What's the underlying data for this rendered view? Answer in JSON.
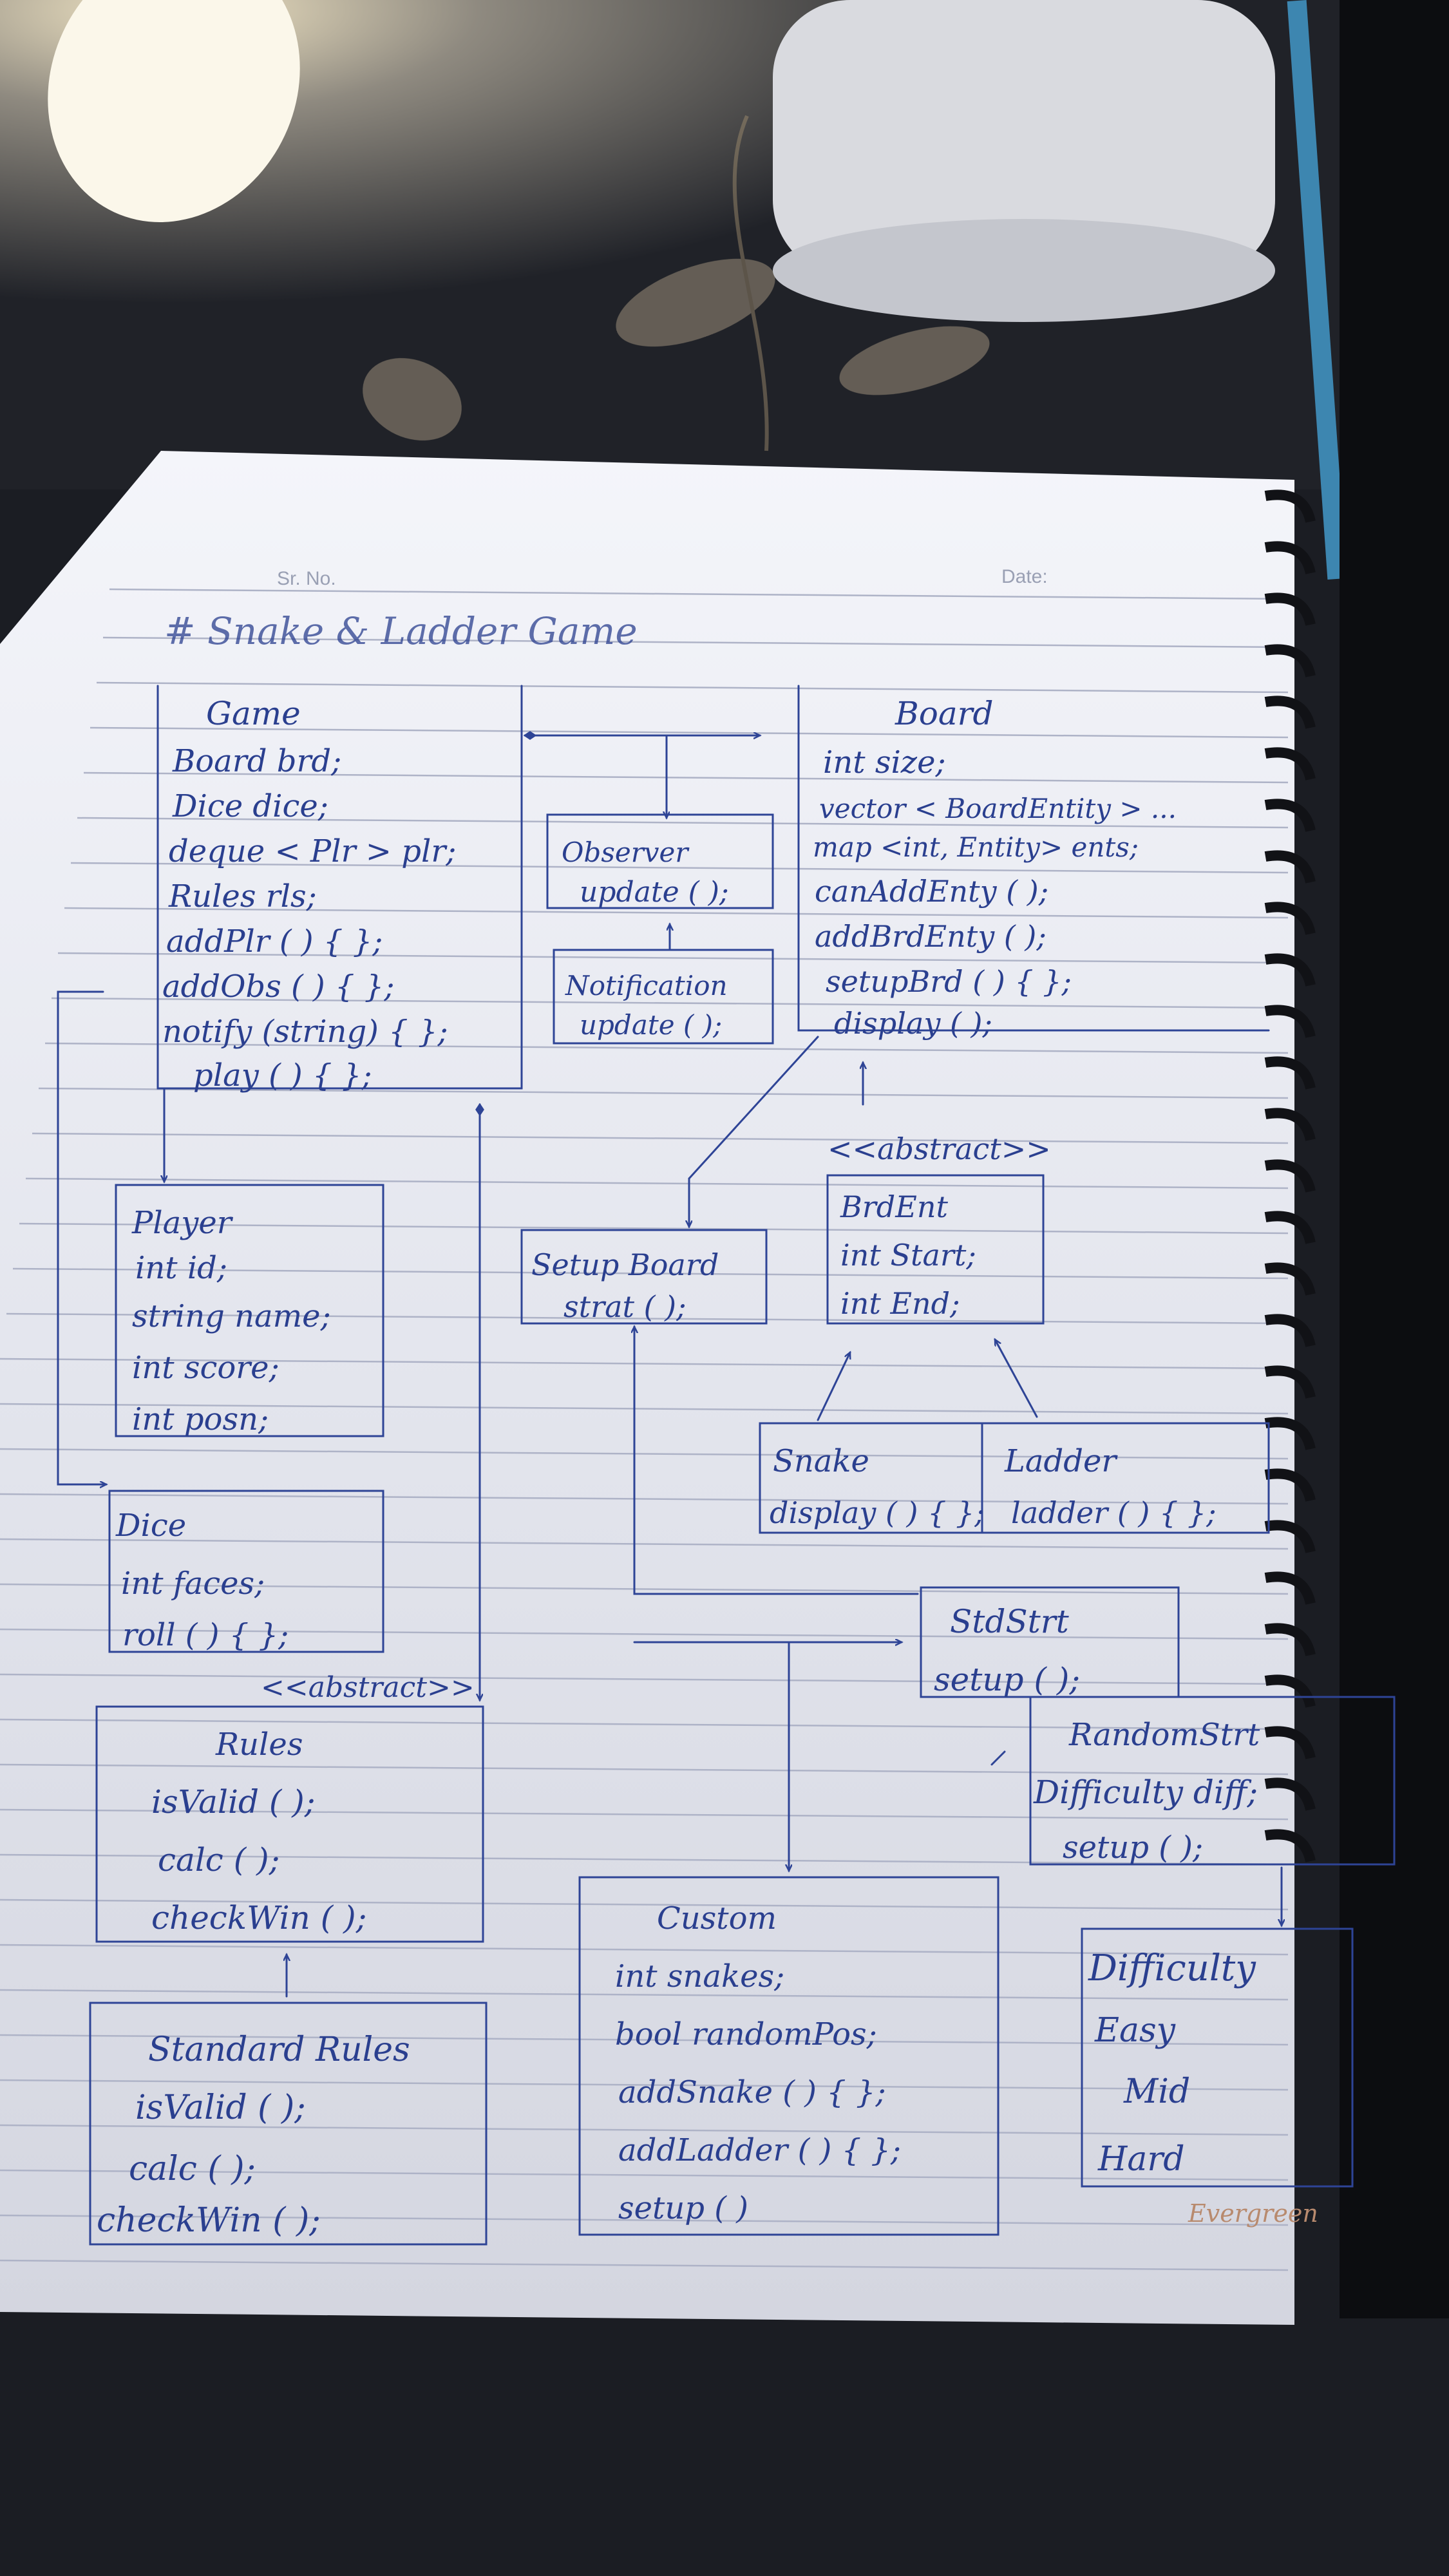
{
  "page": {
    "header_labels": {
      "sr_no": "Sr. No.",
      "date": "Date:"
    },
    "title": "# Snake & Ladder Game",
    "brand": "Evergreen"
  },
  "classes": {
    "game": {
      "name": "Game",
      "members": [
        "Board brd;",
        "Dice dice;",
        "deque < Plr > plr;",
        "Rules rls;",
        "addPlr ( ) { };",
        "addObs ( ) { };",
        "notify (string) { };",
        "play ( ) { };"
      ]
    },
    "board": {
      "name": "Board",
      "members": [
        "int size;",
        "vector < BoardEntity > ...",
        "map <int, Entity> ents;",
        "canAddEnty ( );",
        "addBrdEnty ( );",
        "setupBrd ( ) { };",
        "display ( );"
      ]
    },
    "observer": {
      "name": "Observer",
      "members": [
        "update ( );"
      ]
    },
    "notification": {
      "name": "Notification",
      "members": [
        "update ( );"
      ]
    },
    "player": {
      "name": "Player",
      "members": [
        "int id;",
        "string name;",
        "int score;",
        "int posn;"
      ]
    },
    "setup_board": {
      "name": "Setup Board",
      "members": [
        "strat ( );"
      ]
    },
    "brd_ent": {
      "stereotype": "<<abstract>>",
      "name": "BrdEnt",
      "members": [
        "int Start;",
        "int End;"
      ]
    },
    "snake": {
      "name": "Snake",
      "members": [
        "display ( ) { };"
      ]
    },
    "ladder": {
      "name": "Ladder",
      "members": [
        "ladder ( ) { };"
      ]
    },
    "dice": {
      "name": "Dice",
      "members": [
        "int faces;",
        "roll ( ) { };"
      ]
    },
    "std_strat": {
      "name": "StdStrt",
      "members": [
        "setup ( );"
      ]
    },
    "rules": {
      "stereotype": "<<abstract>>",
      "name": "Rules",
      "members": [
        "isValid ( );",
        "calc ( );",
        "checkWin ( );"
      ]
    },
    "random_strat": {
      "name": "RandomStrt",
      "members": [
        "Difficulty diff;",
        "setup ( );"
      ]
    },
    "custom": {
      "name": "Custom",
      "members": [
        "int snakes;",
        "bool randomPos;",
        "addSnake ( ) { };",
        "addLadder ( ) { };",
        "setup ( )"
      ]
    },
    "difficulty": {
      "name": "Difficulty",
      "members": [
        "Easy",
        "Mid",
        "Hard"
      ]
    },
    "standard_rules": {
      "name": "Standard Rules",
      "members": [
        "isValid ( );",
        "calc ( );",
        "checkWin ( );"
      ]
    }
  },
  "colors": {
    "ink": "#2e4496",
    "paper": "#eceef4",
    "rule": "#aeb3c7",
    "desk": "#1a1c22"
  }
}
